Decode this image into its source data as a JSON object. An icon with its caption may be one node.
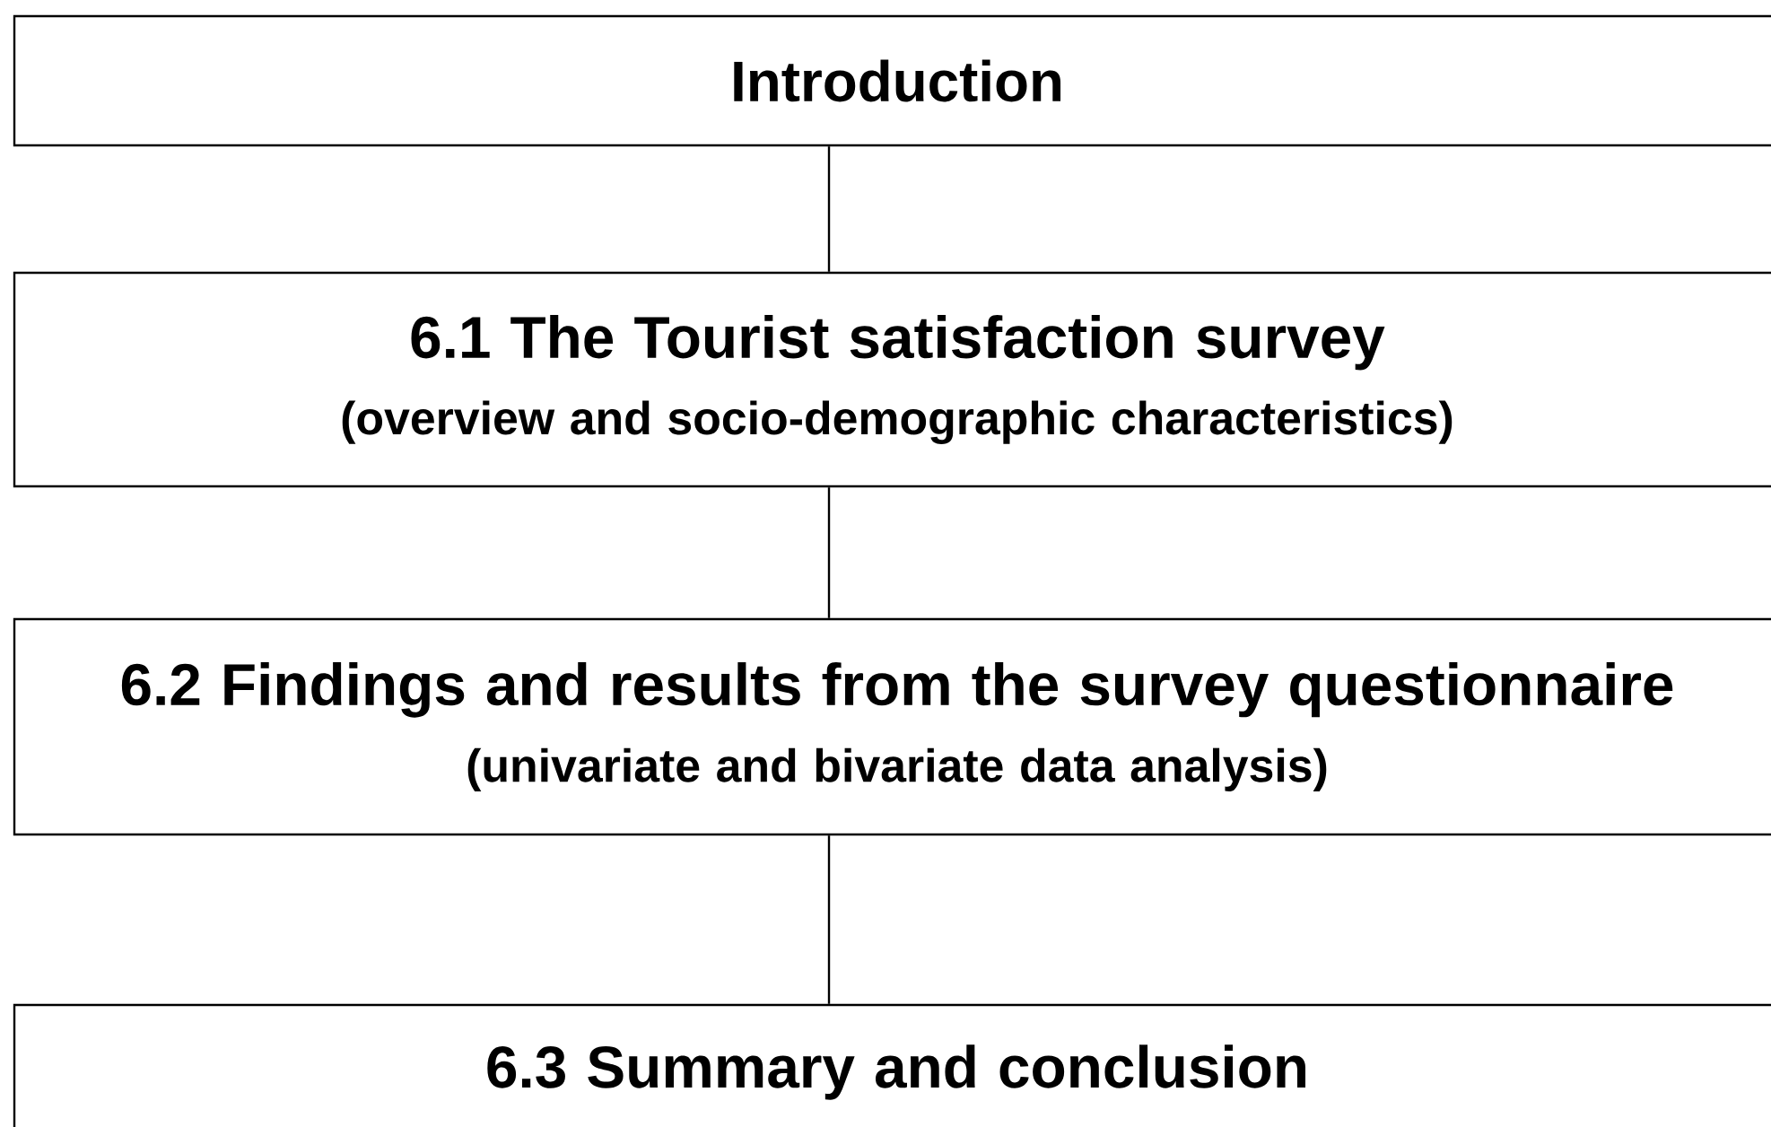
{
  "diagram": {
    "nodes": [
      {
        "text": [
          "Introduction"
        ]
      },
      {
        "text": [
          "6.1 The Tourist satisfaction survey",
          "(overview and socio-demographic characteristics)"
        ]
      },
      {
        "text": [
          "6.2 Findings and results from the survey questionnaire",
          "(univariate and bivariate data analysis)"
        ]
      },
      {
        "text": [
          "6.3 Summary and conclusion"
        ]
      }
    ],
    "edges": [
      {
        "from": 0,
        "to": 1,
        "arrow": "none"
      },
      {
        "from": 1,
        "to": 2,
        "arrow": "none"
      },
      {
        "from": 2,
        "to": 3,
        "arrow": "none"
      }
    ]
  }
}
